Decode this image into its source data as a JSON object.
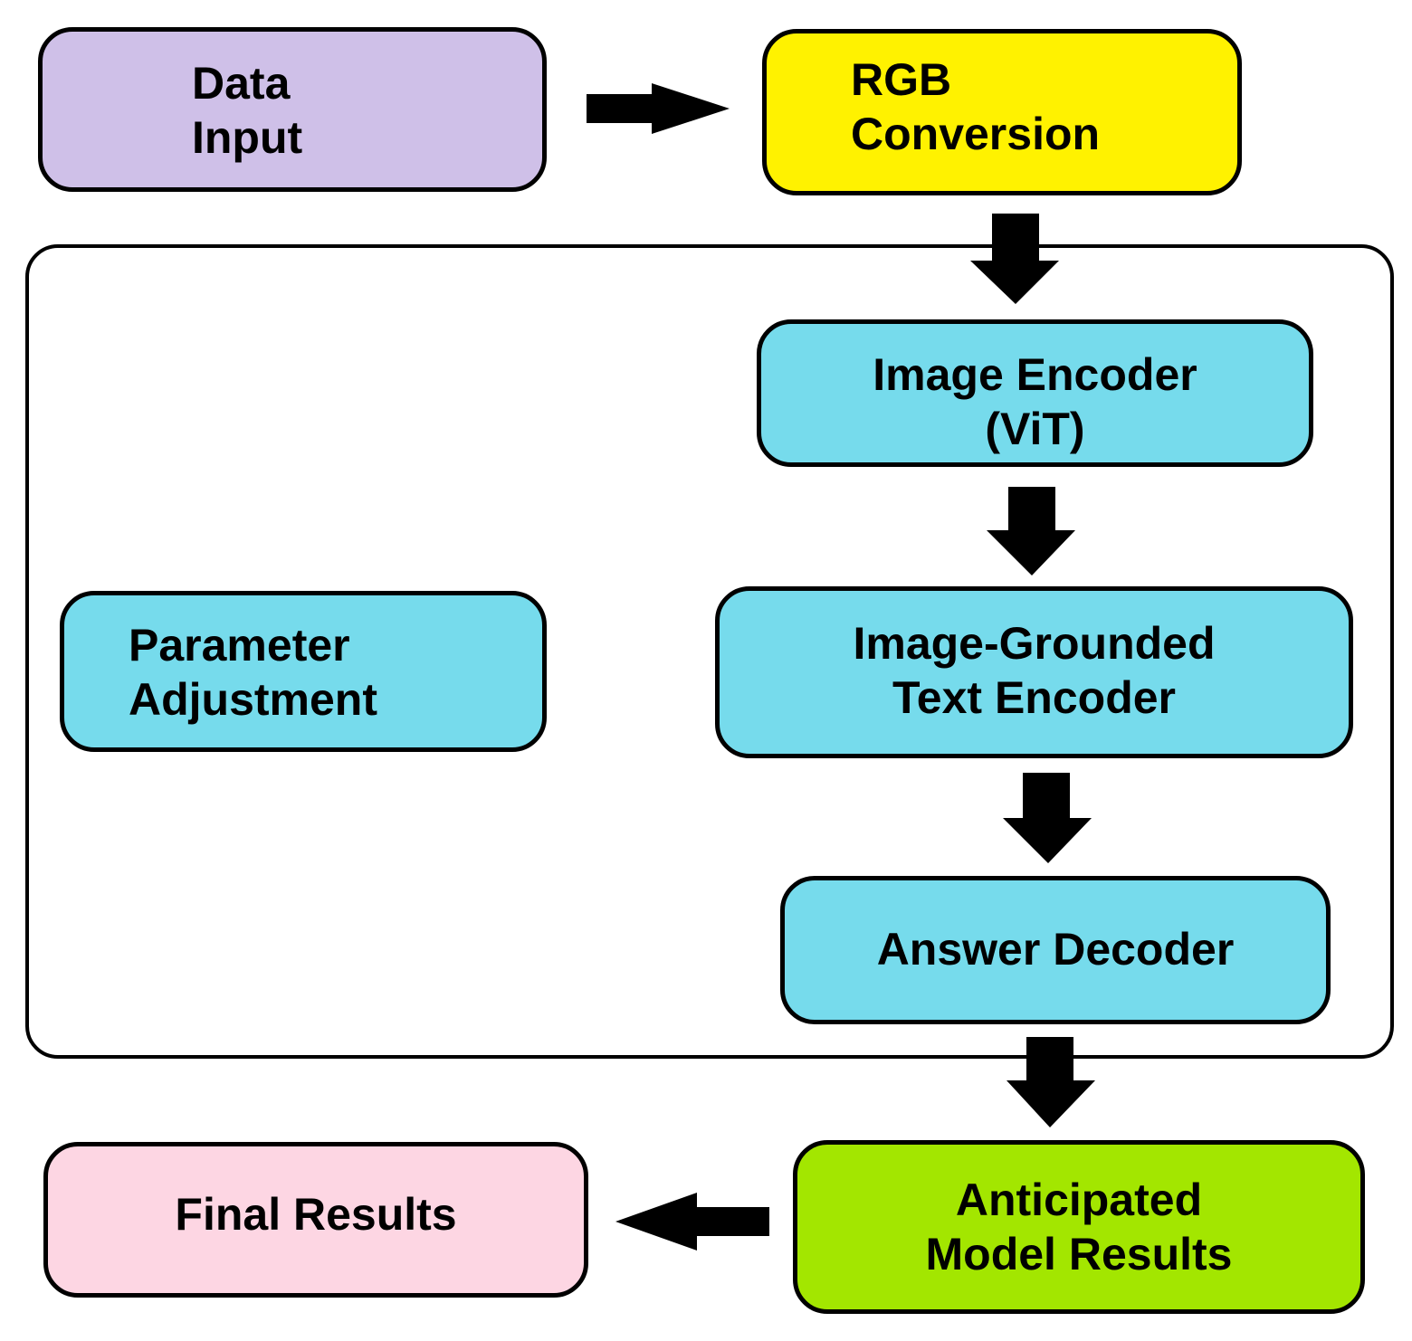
{
  "colors": {
    "data_input": "#cfc0e8",
    "rgb_conversion": "#fff200",
    "encoder_boxes": "#76dbec",
    "anticipated_results": "#a3e600",
    "final_results": "#fdd6e3",
    "arrows": "#000000",
    "container_border": "#000000"
  },
  "nodes": {
    "data_input": {
      "line1": "Data",
      "line2": "Input"
    },
    "rgb_conversion": {
      "line1": "RGB",
      "line2": "Conversion"
    },
    "image_encoder": {
      "line1": "Image Encoder",
      "line2": "(ViT)"
    },
    "parameter_adjustment": {
      "line1": "Parameter",
      "line2": "Adjustment"
    },
    "text_encoder": {
      "line1": "Image-Grounded",
      "line2": "Text Encoder"
    },
    "answer_decoder": {
      "line1": "Answer Decoder"
    },
    "anticipated_results": {
      "line1": "Anticipated",
      "line2": "Model Results"
    },
    "final_results": {
      "line1": "Final Results"
    }
  },
  "edges": [
    {
      "from": "data_input",
      "to": "rgb_conversion",
      "direction": "right"
    },
    {
      "from": "rgb_conversion",
      "to": "image_encoder",
      "direction": "down"
    },
    {
      "from": "image_encoder",
      "to": "text_encoder",
      "direction": "down"
    },
    {
      "from": "text_encoder",
      "to": "answer_decoder",
      "direction": "down"
    },
    {
      "from": "answer_decoder",
      "to": "anticipated_results",
      "direction": "down"
    },
    {
      "from": "anticipated_results",
      "to": "final_results",
      "direction": "left"
    }
  ]
}
